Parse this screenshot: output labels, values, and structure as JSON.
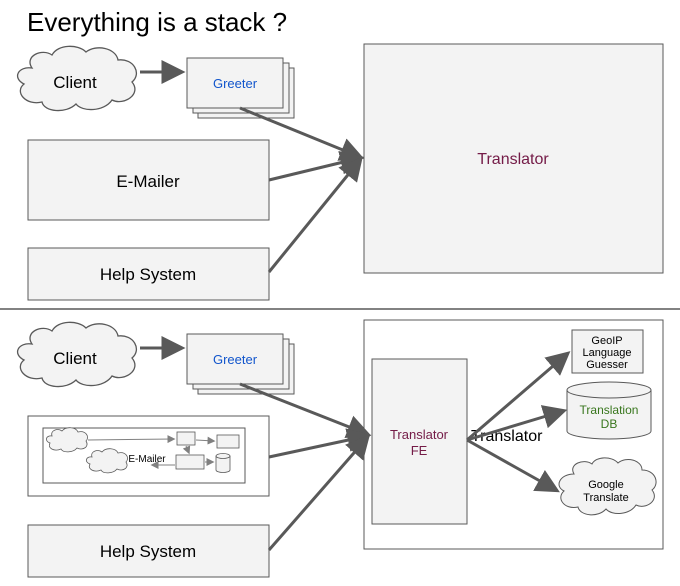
{
  "title": "Everything is a stack ?",
  "colors": {
    "box_fill": "#f3f3f3",
    "box_stroke": "#595959",
    "arrow": "#595959",
    "greeter_text": "#1155cc",
    "translator_text": "#741b47",
    "db_text": "#38761d",
    "text": "#000000"
  },
  "top": {
    "client": "Client",
    "greeter": "Greeter",
    "emailer": "E-Mailer",
    "help_system": "Help System",
    "translator": "Translator"
  },
  "bottom": {
    "client": "Client",
    "greeter": "Greeter",
    "mini_emailer": "E-Mailer",
    "help_system": "Help System",
    "translator_outer": "Translator",
    "translator_fe_line1": "Translator",
    "translator_fe_line2": "FE",
    "geoip_line1": "GeoIP",
    "geoip_line2": "Language",
    "geoip_line3": "Guesser",
    "translation_db_line1": "Translation",
    "translation_db_line2": "DB",
    "google_line1": "Google",
    "google_line2": "Translate"
  }
}
